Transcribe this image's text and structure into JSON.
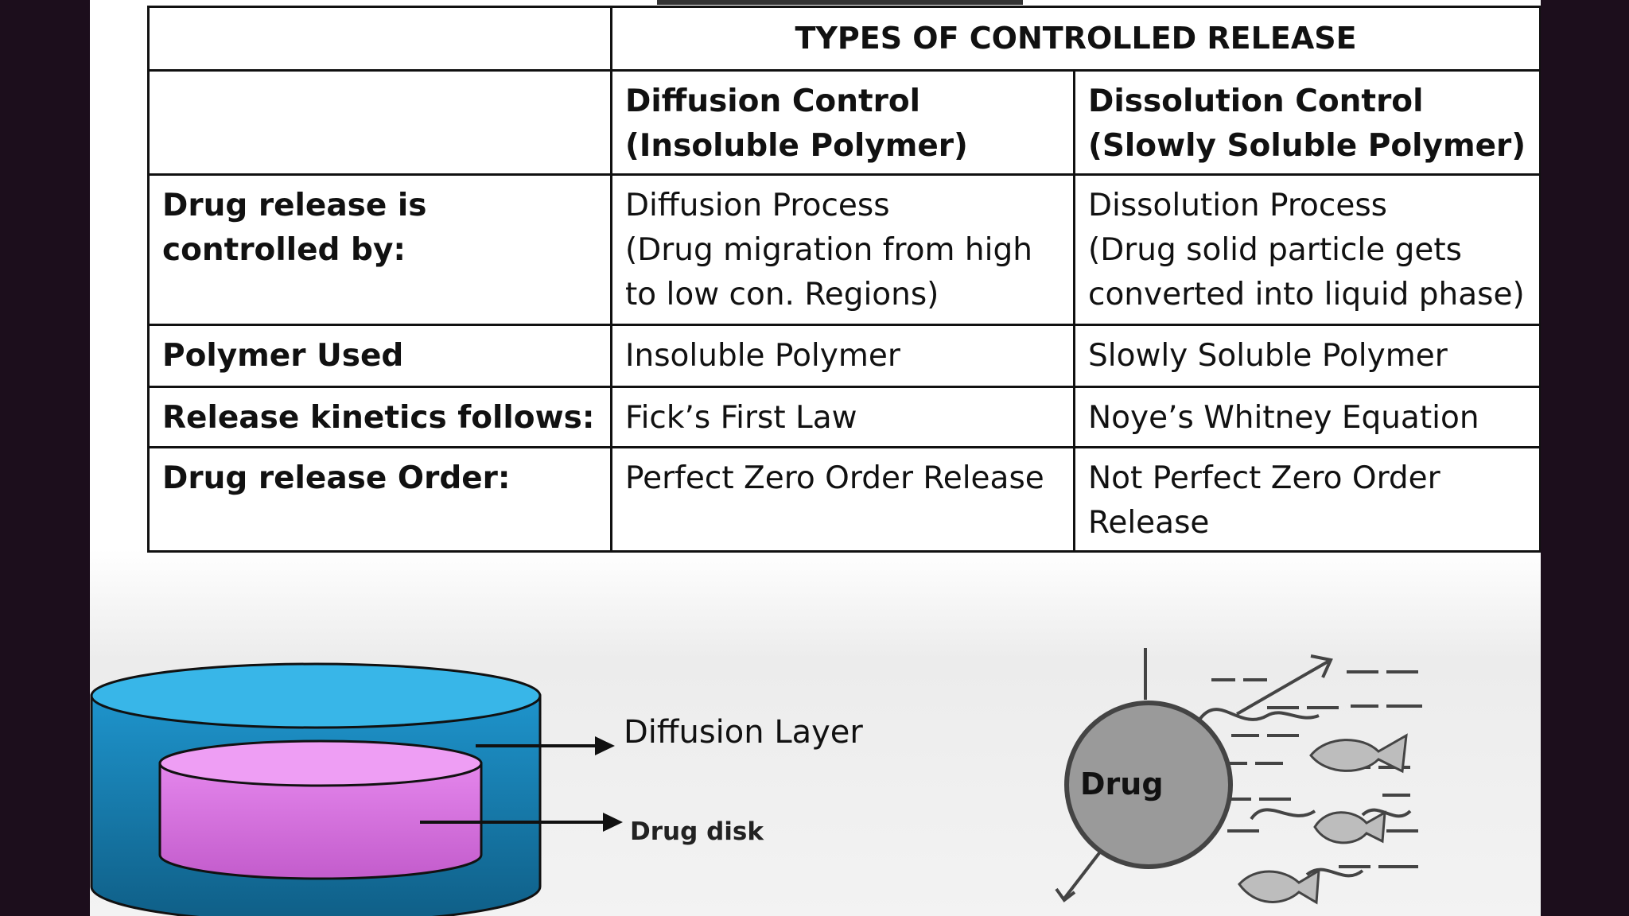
{
  "table": {
    "title": "TYPES OF CONTROLLED RELEASE",
    "columns": [
      {
        "line1": "Diffusion Control",
        "line2": "(Insoluble Polymer)"
      },
      {
        "line1": "Dissolution Control",
        "line2": "(Slowly Soluble Polymer)"
      }
    ],
    "rows": [
      {
        "label": [
          "Drug release is",
          "controlled by:"
        ],
        "diffusion": [
          "Diffusion Process",
          "(Drug migration from high",
          "to low con. Regions)"
        ],
        "dissolution": [
          "Dissolution Process",
          "(Drug solid particle gets",
          "converted into liquid phase)"
        ]
      },
      {
        "label": [
          "Polymer Used"
        ],
        "diffusion": [
          "Insoluble Polymer"
        ],
        "dissolution": [
          "Slowly Soluble Polymer"
        ]
      },
      {
        "label": [
          "Release kinetics follows:"
        ],
        "diffusion": [
          "Fick’s First Law"
        ],
        "dissolution": [
          "Noye’s Whitney Equation"
        ]
      },
      {
        "label": [
          "Drug release Order:"
        ],
        "diffusion": [
          "Perfect Zero Order Release"
        ],
        "dissolution": [
          "Not Perfect Zero Order",
          "Release"
        ]
      }
    ]
  },
  "diagram": {
    "diffusion_layer_label": "Diffusion Layer",
    "drug_disk_label": "Drug disk",
    "drug_label": "Drug"
  },
  "colors": {
    "background": "#1c0e1c",
    "cylinder_outer": "#1d8fc4",
    "cylinder_inner": "#d77be0",
    "drug_circle": "#9a9a9a"
  }
}
